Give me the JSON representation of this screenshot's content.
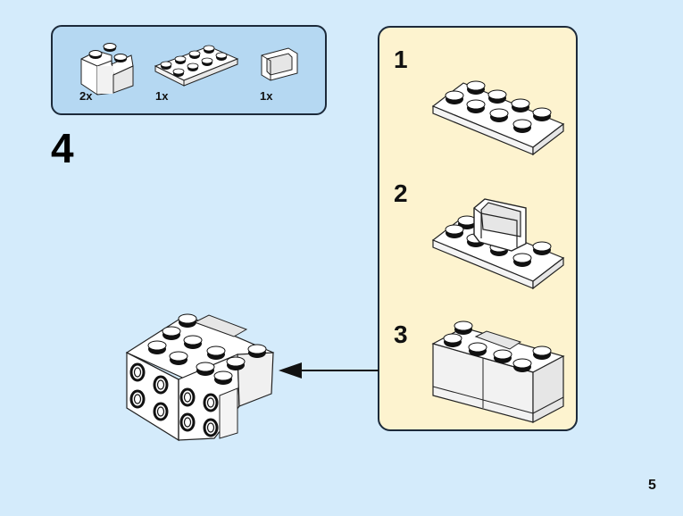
{
  "page": {
    "number": "5",
    "background_color": "#d4ebfb"
  },
  "parts_list": {
    "background_color": "#b5d8f2",
    "items": [
      {
        "name": "brick-1x2x2-corner",
        "quantity": "2x"
      },
      {
        "name": "plate-2x4",
        "quantity": "1x"
      },
      {
        "name": "panel-1x2x1",
        "quantity": "1x"
      }
    ]
  },
  "step": {
    "number": "4"
  },
  "sub_assembly": {
    "background_color": "#fdf3cf",
    "steps": [
      {
        "number": "1",
        "description": "plate-2x4"
      },
      {
        "number": "2",
        "description": "plate-2x4-with-panel"
      },
      {
        "number": "3",
        "description": "plate-with-panel-and-corner-bricks"
      }
    ]
  },
  "arrow": {
    "direction": "left"
  }
}
